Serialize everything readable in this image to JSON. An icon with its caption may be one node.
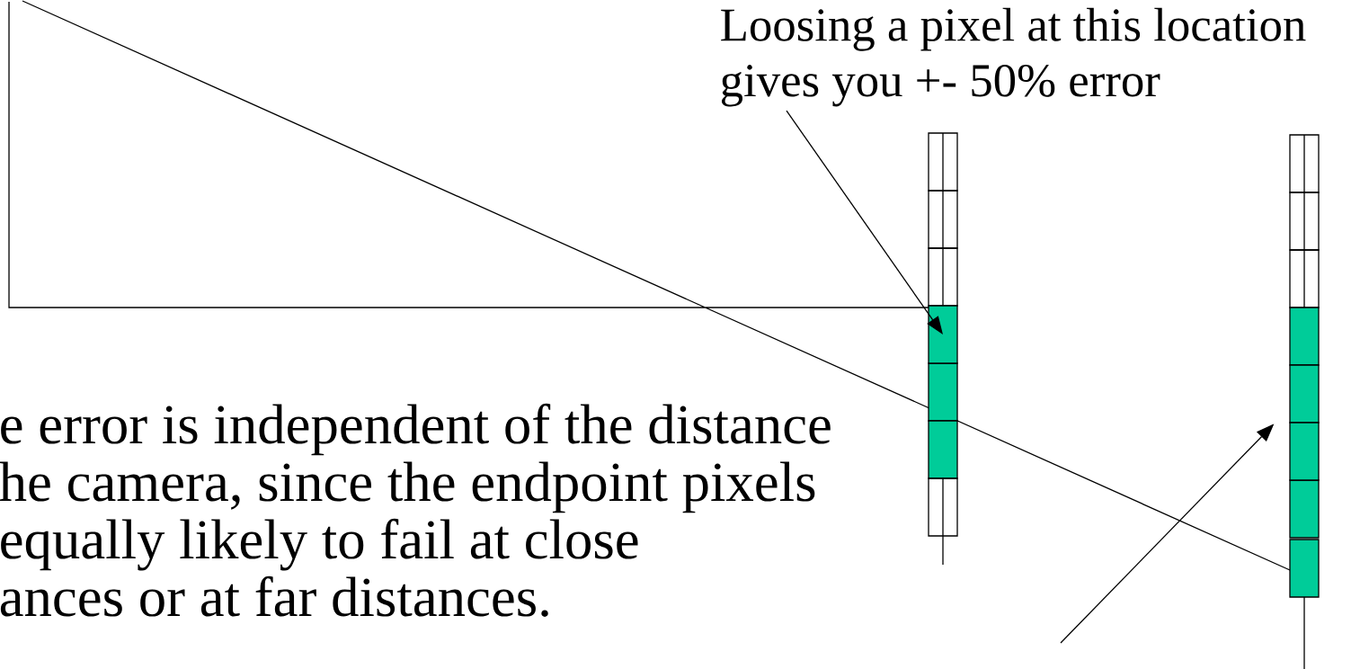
{
  "diagram": {
    "nodes": [
      {
        "text": [
          "Loosing a pixel at this location gives you +- 50% error"
        ]
      },
      {
        "text": [],
        "shape": "box"
      },
      {
        "text": [],
        "shape": "box"
      }
    ],
    "edges": [
      {
        "from": 0,
        "to": 1,
        "arrow": "to"
      },
      {
        "from": null,
        "to": 2,
        "arrow": "to"
      }
    ],
    "labels": [
      "e error is independent of the distance",
      "he camera, since the endpoint pixels",
      "equally likely to fail at close",
      "ances or at far distances."
    ]
  }
}
